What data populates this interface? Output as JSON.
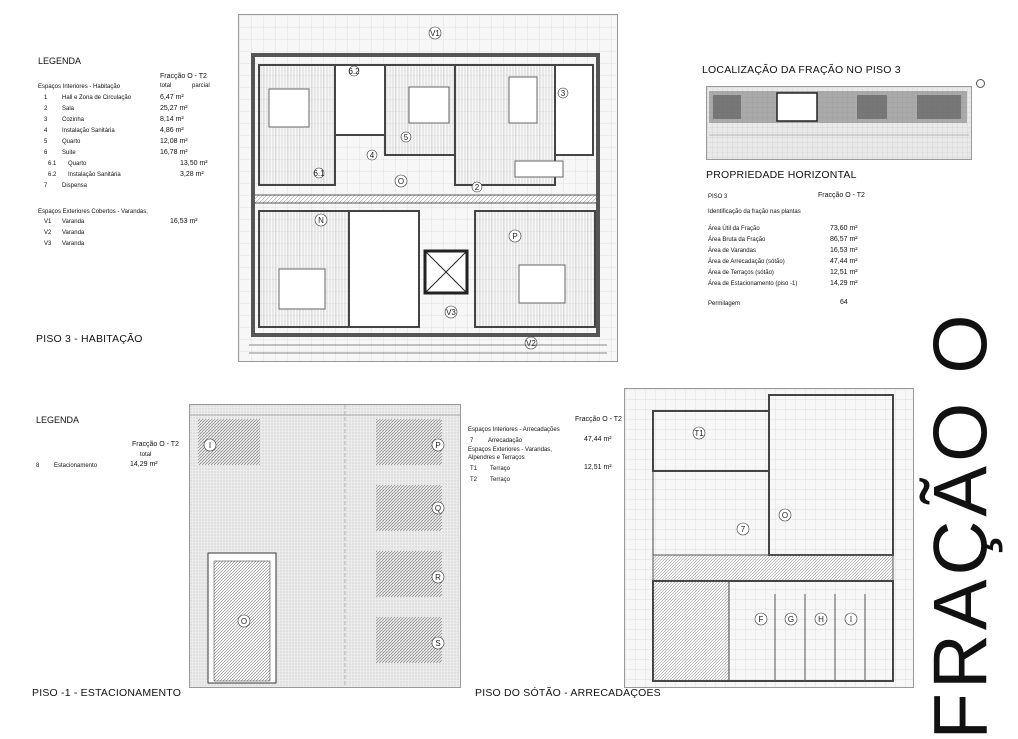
{
  "title_vertical": "FRAÇÃO O",
  "floor3": {
    "caption": "PISO 3 - HABITAÇÃO",
    "legend_title": "LEGENDA",
    "fraction_header": "Fracção O - T2",
    "col_total": "total",
    "col_partial": "parcial",
    "interior_title": "Espaços Interiores - Habitação",
    "interior": [
      {
        "n": "1",
        "label": "Hall e Zona de Circulação",
        "total": "6,47 m²",
        "partial": ""
      },
      {
        "n": "2",
        "label": "Sala",
        "total": "25,27 m²",
        "partial": ""
      },
      {
        "n": "3",
        "label": "Cozinha",
        "total": "8,14 m²",
        "partial": ""
      },
      {
        "n": "4",
        "label": "Instalação Sanitária",
        "total": "4,86 m²",
        "partial": ""
      },
      {
        "n": "5",
        "label": "Quarto",
        "total": "12,08 m²",
        "partial": ""
      },
      {
        "n": "6",
        "label": "Suite",
        "total": "16,78 m²",
        "partial": ""
      },
      {
        "n": "6.1",
        "label": "Quarto",
        "total": "",
        "partial": "13,50 m²"
      },
      {
        "n": "6.2",
        "label": "Instalação Sanitária",
        "total": "",
        "partial": "3,28 m²"
      },
      {
        "n": "7",
        "label": "Dispensa",
        "total": "",
        "partial": ""
      }
    ],
    "exterior_title": "Espaços Exteriores Cobertos - Varandas,",
    "exterior": [
      {
        "n": "V1",
        "label": "Varanda",
        "total": "16,53 m²"
      },
      {
        "n": "V2",
        "label": "Varanda",
        "total": ""
      },
      {
        "n": "V3",
        "label": "Varanda",
        "total": ""
      }
    ]
  },
  "location": {
    "title": "LOCALIZAÇÃO DA FRAÇÃO NO PISO 3"
  },
  "ownership": {
    "title": "PROPRIEDADE HORIZONTAL",
    "floor": "PISO 3",
    "fraction": "Fracção O - T2",
    "subtitle": "Identificação da fração nas plantas",
    "rows": [
      {
        "label": "Área Útil da Fração",
        "value": "73,60 m²"
      },
      {
        "label": "Área Bruta da Fração",
        "value": "86,57 m²"
      },
      {
        "label": "Área de Varandas",
        "value": "16,53 m²"
      },
      {
        "label": "Área de Arrecadação (sótão)",
        "value": "47,44 m²"
      },
      {
        "label": "Área de Terraços (sótão)",
        "value": "12,51 m²"
      },
      {
        "label": "Área de Estacionamento (piso -1)",
        "value": "14,29 m²"
      }
    ],
    "permilage_label": "Permilagem",
    "permilage_value": "64"
  },
  "parking": {
    "legend_title": "LEGENDA",
    "fraction_header": "Fracção O - T2",
    "col_total": "total",
    "rows": [
      {
        "n": "8",
        "label": "Estacionamento",
        "total": "14,29 m²"
      }
    ],
    "caption": "PISO -1 - ESTACIONAMENTO"
  },
  "attic": {
    "fraction_header": "Fracção O - T2",
    "interior_title": "Espaços Interiores - Arrecadações",
    "interior": [
      {
        "n": "7",
        "label": "Arrecadação",
        "total": "47,44 m²"
      }
    ],
    "exterior_title": "Espaços Exteriores - Varandas, Alpendres e Terraços",
    "exterior": [
      {
        "n": "T1",
        "label": "Terraço",
        "total": "12,51 m²"
      },
      {
        "n": "T2",
        "label": "Terraço",
        "total": ""
      }
    ],
    "caption": "PISO DO SÓTÃO - ARRECADAÇÕES"
  }
}
